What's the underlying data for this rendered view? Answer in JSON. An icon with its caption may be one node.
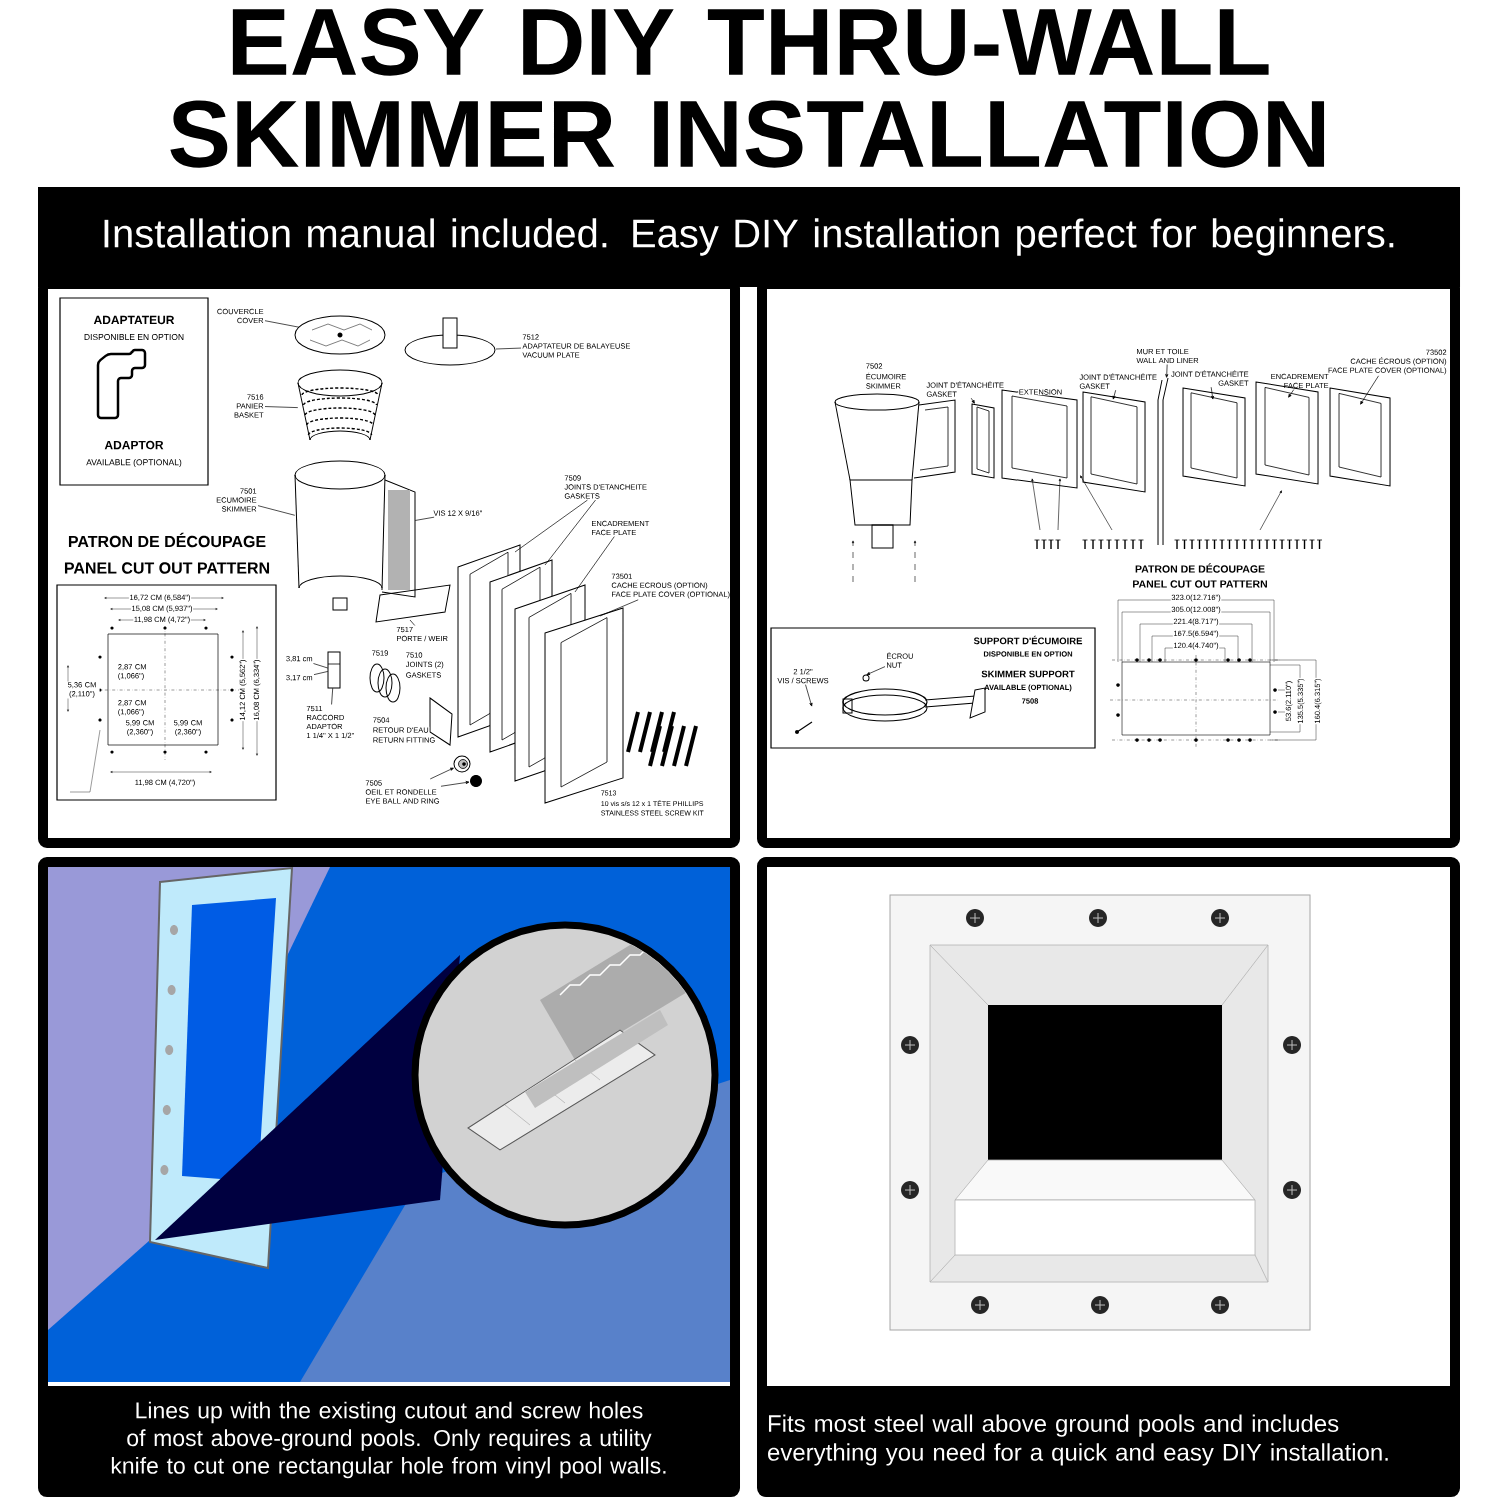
{
  "diagram": {
    "title": "EASY DIY THRU-WALL SKIMMER INSTALLATION",
    "nodes": [
      {
        "text": [
          "Installation manual included. Easy DIY installation perfect for beginners."
        ]
      },
      {
        "text": [
          "ADAPTATEUR",
          "DISPONIBLE EN OPTION",
          "ADAPTOR",
          "AVAILABLE (OPTIONAL)"
        ]
      },
      {
        "text": [
          "PATRON DE DÉCOUPAGE",
          "PANEL CUT OUT PATTERN"
        ]
      },
      {
        "text": [
          "COUVERCLE",
          "COVER"
        ]
      },
      {
        "text": [
          "7512",
          "ADAPTATEUR DE BALAYEUSE",
          "VACUUM PLATE"
        ]
      },
      {
        "text": [
          "7516",
          "PANIER",
          "BASKET"
        ]
      },
      {
        "text": [
          "7501",
          "ECUMOIRE",
          "SKIMMER"
        ]
      },
      {
        "text": [
          "VIS 12 X 9/16\""
        ]
      },
      {
        "text": [
          "7509",
          "JOINTS D'ETANCHEITE",
          "GASKETS"
        ]
      },
      {
        "text": [
          "ENCADREMENT",
          "FACE PLATE"
        ]
      },
      {
        "text": [
          "73501",
          "CACHE ECROUS (OPTION)",
          "FACE PLATE COVER (OPTIONAL)"
        ]
      },
      {
        "text": [
          "7517",
          "PORTE / WEIR"
        ]
      },
      {
        "text": [
          "3,81 cm"
        ]
      },
      {
        "text": [
          "3,17 cm"
        ]
      },
      {
        "text": [
          "7511",
          "RACCORD",
          "ADAPTOR",
          "1 1/4\" X 1 1/2\""
        ]
      },
      {
        "text": [
          "7505",
          "OEIL ET RONDELLE",
          "EYE BALL AND RING"
        ]
      },
      {
        "text": [
          "JOINT D'ÉTANCHÉITE",
          "GASKET"
        ]
      },
      {
        "text": [
          "JOINT D'ÉTANCHÉITE",
          "GASKET"
        ]
      },
      {
        "text": [
          "MUR ET TOILE",
          "WALL AND LINER"
        ]
      },
      {
        "text": [
          "JOINT D'ÉTANCHÉITE",
          "GASKET"
        ]
      },
      {
        "text": [
          "ENCADREMENT",
          "FACE PLATE"
        ]
      },
      {
        "text": [
          "73502",
          "CACHE ÉCROUS (OPTION)",
          "FACE PLATE COVER (OPTIONAL)"
        ]
      },
      {
        "text": [
          "SUPPORT D'ÉCUMOIRE",
          "DISPONIBLE EN OPTION",
          "SKIMMER SUPPORT",
          "AVAILABLE (OPTIONAL)",
          "7508"
        ]
      },
      {
        "text": [
          "ÉCROU",
          "NUT"
        ],
        "in": 22
      },
      {
        "text": [
          "2 1/2\"",
          "VIS / SCREWS"
        ],
        "in": 22
      },
      {
        "text": [
          "Lines up with the existing cutout and screw holes of most above-ground pools. Only requires a utility knife to cut one rectangular hole from vinyl pool walls."
        ]
      },
      {
        "text": [
          "Fits most steel wall above ground pools and includes everything you need for a quick and easy DIY installation."
        ]
      },
      {
        "text": [],
        "shape": "picture"
      },
      {
        "text": [],
        "shape": "picture"
      },
      {
        "text": [],
        "shape": "picture"
      },
      {
        "text": [],
        "shape": "picture"
      },
      {
        "text": [],
        "shape": "picture"
      },
      {
        "text": [],
        "shape": "picture"
      },
      {
        "text": [],
        "shape": "picture"
      }
    ],
    "edges": [
      {
        "from": 3,
        "to": 27,
        "arrow": "none"
      },
      {
        "from": 4,
        "to": null,
        "arrow": "none"
      },
      {
        "from": 5,
        "to": 28,
        "arrow": "none"
      },
      {
        "from": 6,
        "to": 29,
        "arrow": "none"
      },
      {
        "from": 7,
        "to": 29,
        "arrow": "none"
      },
      {
        "from": 8,
        "to": null,
        "arrow": "none"
      },
      {
        "from": 8,
        "to": null,
        "arrow": "none"
      },
      {
        "from": 9,
        "to": null,
        "arrow": "none"
      },
      {
        "from": 10,
        "to": null,
        "arrow": "none"
      },
      {
        "from": 11,
        "to": null,
        "arrow": "none"
      },
      {
        "from": 12,
        "to": 31,
        "arrow": "none"
      },
      {
        "from": 13,
        "to": 31,
        "arrow": "none"
      },
      {
        "from": 14,
        "to": 31,
        "arrow": "none"
      },
      {
        "from": 15,
        "to": 32,
        "arrow": "to"
      },
      {
        "from": 15,
        "to": 33,
        "arrow": "to"
      },
      {
        "from": 16,
        "to": null,
        "arrow": "to"
      },
      {
        "from": 17,
        "to": null,
        "arrow": "to"
      },
      {
        "from": 18,
        "to": 30,
        "arrow": "to"
      },
      {
        "from": 19,
        "to": null,
        "arrow": "to"
      },
      {
        "from": 20,
        "to": null,
        "arrow": "to"
      },
      {
        "from": 21,
        "to": null,
        "arrow": "to"
      },
      {
        "from": 23,
        "to": null,
        "arrow": "to"
      },
      {
        "from": 24,
        "to": null,
        "arrow": "to"
      }
    ],
    "labels": [
      "16,72 CM (6,584\")",
      "15,08 CM (5,937\")",
      "11,98 CM (4,72\")",
      "2,87 CM (1,066\")",
      "5,36 CM (2,110\")",
      "2,87 CM (1,066\")",
      "14,12 CM (5,562\")",
      "16,08 CM (6,334\")",
      "5,99 CM (2,360\")",
      "5,99 CM (2,360\")",
      "11,98 CM (4,720\")",
      "7519",
      "7510",
      "JOINTS (2)",
      "GASKETS",
      "7504",
      "RETOUR D'EAU",
      "RETURN FITTING",
      "7513",
      "10 vis s/s 12 x 1 TÊTE PHILLIPS",
      "STAINLESS STEEL SCREW KIT",
      "7502",
      "ÉCUMOIRE",
      "SKIMMER",
      "EXTENSION",
      "PATRON DE DÉCOUPAGE",
      "PANEL CUT OUT PATTERN",
      "323.0(12.716\")",
      "305.0(12.008\")",
      "221.4(8.717\")",
      "167.5(6.594\")",
      "120.4(4.740\")",
      "53.6(2.110\")",
      "135.5(5.335\")",
      "160.4(6.315\")"
    ]
  }
}
